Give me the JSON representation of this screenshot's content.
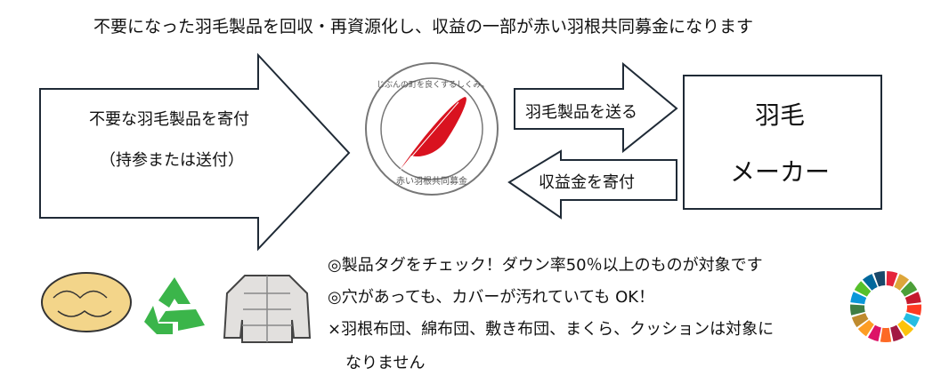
{
  "title": "不要になった羽毛製品を回収・再資源化し、収益の一部が赤い羽根共同募金になります",
  "donate_arrow": {
    "line1": "不要な羽毛製品を寄付",
    "line2": "（持参または送付）"
  },
  "logo": {
    "top_text": "じぶんの町を良くするしくみ。",
    "bottom_text": "赤い羽根共同募金",
    "feather_color": "#d9121f"
  },
  "send_arrow": "羽毛製品を送る",
  "return_arrow": "収益金を寄付",
  "maker_box": {
    "line1": "羽毛",
    "line2": "メーカー"
  },
  "notes": [
    "◎製品タグをチェック！ダウン率50％以上のものが対象です",
    "◎穴があっても、カバーが汚れていても OK！",
    "×羽根布団、綿布団、敷き布団、まくら、クッションは対象に",
    "なりません"
  ],
  "icons": [
    "down-feather-icon",
    "recycle-icon",
    "down-jacket-icon",
    "sdgs-wheel-icon"
  ],
  "colors": {
    "stroke": "#1f2a36",
    "recycle": "#3bb54a",
    "down": "#f3d58a"
  }
}
